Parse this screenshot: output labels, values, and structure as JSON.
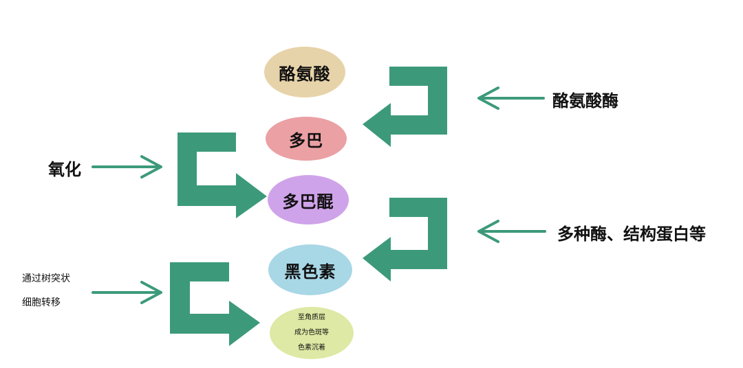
{
  "colors": {
    "arrow": "#3c9a7a",
    "tyrosine": "#e7d3a9",
    "dopa": "#eba0a4",
    "dopaquinone": "#cfa3e9",
    "melanin": "#a8d7e6",
    "result": "#dde9a4"
  },
  "nodes": {
    "tyrosine": "酪氨酸",
    "dopa": "多巴",
    "dopaquinone": "多巴醌",
    "melanin": "黑色素",
    "result": [
      "至角质层",
      "成为色斑等",
      "色素沉着"
    ]
  },
  "labels": {
    "tyrosinase": "酪氨酸酶",
    "oxidation": "氧化",
    "enzymes": "多种酶、结构蛋白等",
    "transfer": [
      "通过树突状",
      "细胞转移"
    ]
  }
}
